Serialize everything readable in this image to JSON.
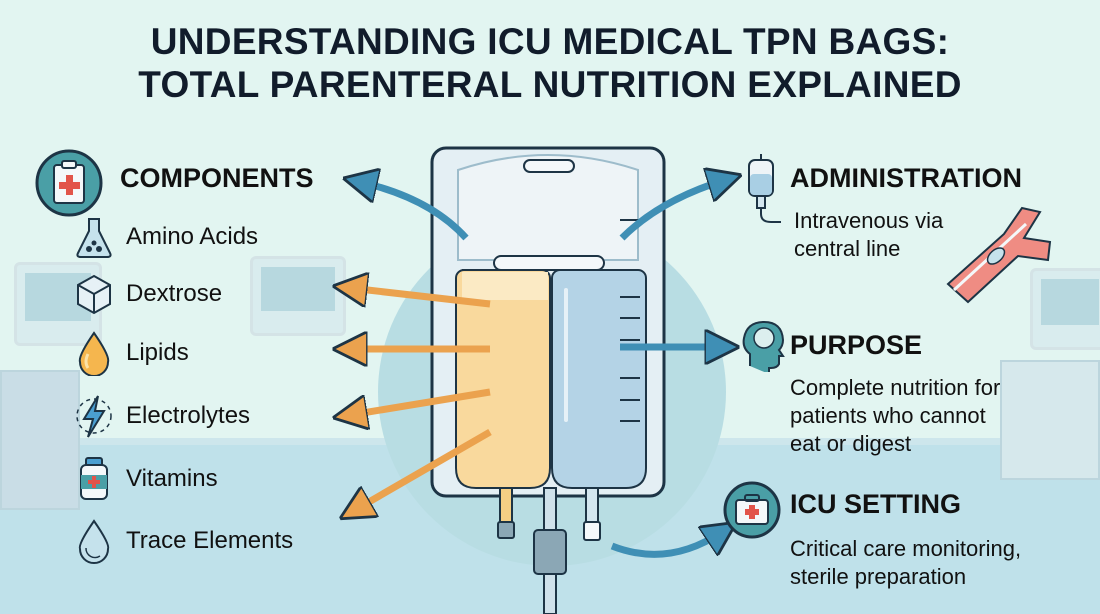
{
  "title": {
    "line1": "UNDERSTANDING ICU MEDICAL TPN BAGS:",
    "line2": "TOTAL PARENTERAL NUTRITION EXPLAINED"
  },
  "components": {
    "heading": "COMPONENTS",
    "icon": "clipboard-medical-icon",
    "items": [
      {
        "label": "Amino Acids",
        "icon": "flask-icon"
      },
      {
        "label": "Dextrose",
        "icon": "cube-icon"
      },
      {
        "label": "Lipids",
        "icon": "oil-drop-icon"
      },
      {
        "label": "Electrolytes",
        "icon": "lightning-icon"
      },
      {
        "label": "Vitamins",
        "icon": "pill-bottle-icon"
      },
      {
        "label": "Trace Elements",
        "icon": "water-drop-icon"
      }
    ]
  },
  "administration": {
    "heading": "ADMINISTRATION",
    "icon": "iv-bag-icon",
    "body_line1": "Intravenous via",
    "body_line2": "central line",
    "illustration": "vein-catheter-icon"
  },
  "purpose": {
    "heading": "PURPOSE",
    "icon": "head-brain-icon",
    "body_line1": "Complete nutrition for",
    "body_line2": "patients who cannot",
    "body_line3": "eat or digest"
  },
  "icu_setting": {
    "heading": "ICU SETTING",
    "icon": "medical-kit-icon",
    "body_line1": "Critical care monitoring,",
    "body_line2": "sterile preparation"
  },
  "colors": {
    "background": "#e2f5f1",
    "title": "#111c2b",
    "teal_accent": "#4a9fa6",
    "orange_arrow": "#eba24e",
    "blue_arrow": "#3f8fb5",
    "lipid_fill": "#f8d9a0",
    "dextrose_fill": "#b4d3e6"
  }
}
